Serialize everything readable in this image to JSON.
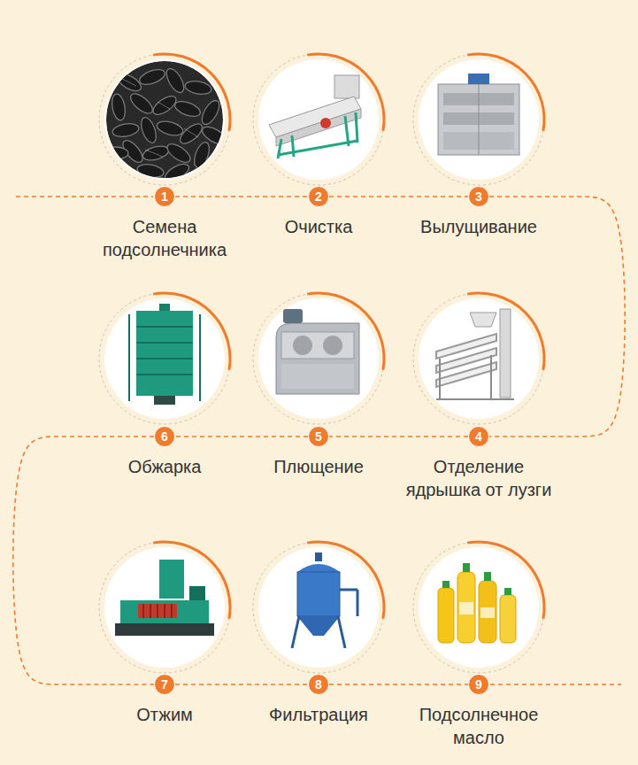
{
  "diagram": {
    "nodes": [
      {
        "text": [
          "1",
          "Семена подсолнечника"
        ]
      },
      {
        "text": [
          "2",
          "Очистка"
        ]
      },
      {
        "text": [
          "3",
          "Вылущивание"
        ]
      },
      {
        "text": [
          "4",
          "Отделение ядрышка от лузги"
        ]
      },
      {
        "text": [
          "5",
          "Плющение"
        ]
      },
      {
        "text": [
          "6",
          "Обжарка"
        ]
      },
      {
        "text": [
          "7",
          "Отжим"
        ]
      },
      {
        "text": [
          "8",
          "Фильтрация"
        ]
      },
      {
        "text": [
          "9",
          "Подсолнечное масло"
        ]
      }
    ],
    "edges": [
      {
        "from": 0,
        "to": 1,
        "arrow": "none"
      },
      {
        "from": 1,
        "to": 2,
        "arrow": "none"
      },
      {
        "from": 2,
        "to": 3,
        "arrow": "none"
      },
      {
        "from": 3,
        "to": 4,
        "arrow": "none"
      },
      {
        "from": 4,
        "to": 5,
        "arrow": "none"
      },
      {
        "from": 5,
        "to": 6,
        "arrow": "none"
      },
      {
        "from": 6,
        "to": 7,
        "arrow": "none"
      },
      {
        "from": 7,
        "to": 8,
        "arrow": "none"
      }
    ]
  }
}
